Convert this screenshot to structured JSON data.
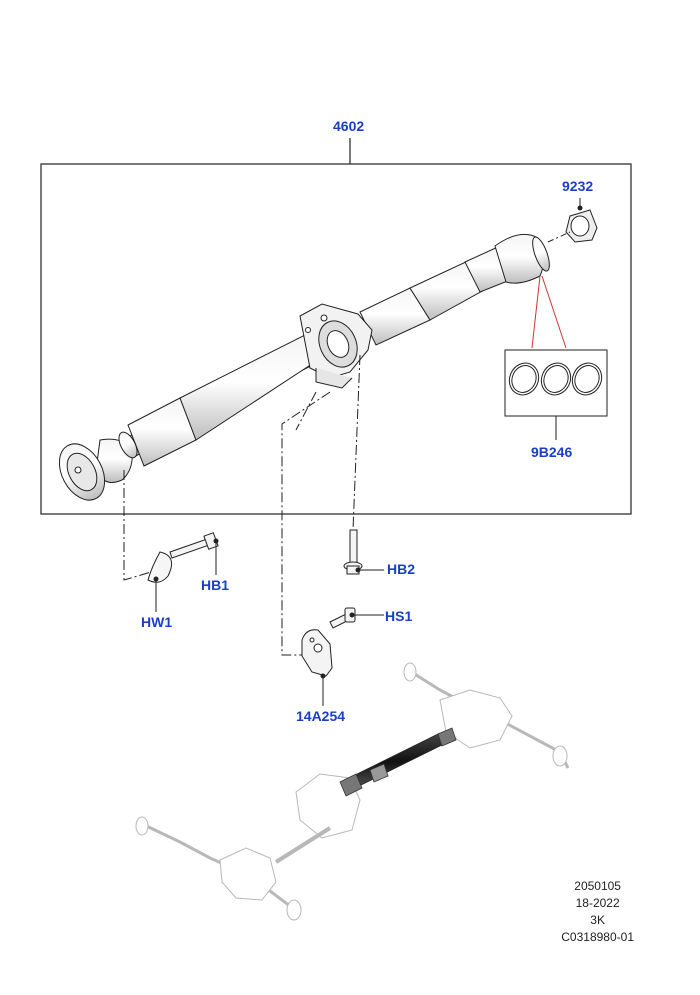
{
  "callouts": {
    "assembly": "4602",
    "cap": "9232",
    "seal_kit": "9B246",
    "bolt_hb1": "HB1",
    "washer_hw1": "HW1",
    "bolt_hb2": "HB2",
    "screw_hs1": "HS1",
    "bracket": "14A254"
  },
  "footer": {
    "line1": "2050105",
    "line2": "18-2022",
    "line3": "3K",
    "line4": "C0318980-01"
  },
  "colors": {
    "callout": "#1a3fc4",
    "line": "#222222",
    "leader_red": "#cc3333",
    "ghost": "#b8b8b8",
    "shaft_dark": "#555555"
  }
}
